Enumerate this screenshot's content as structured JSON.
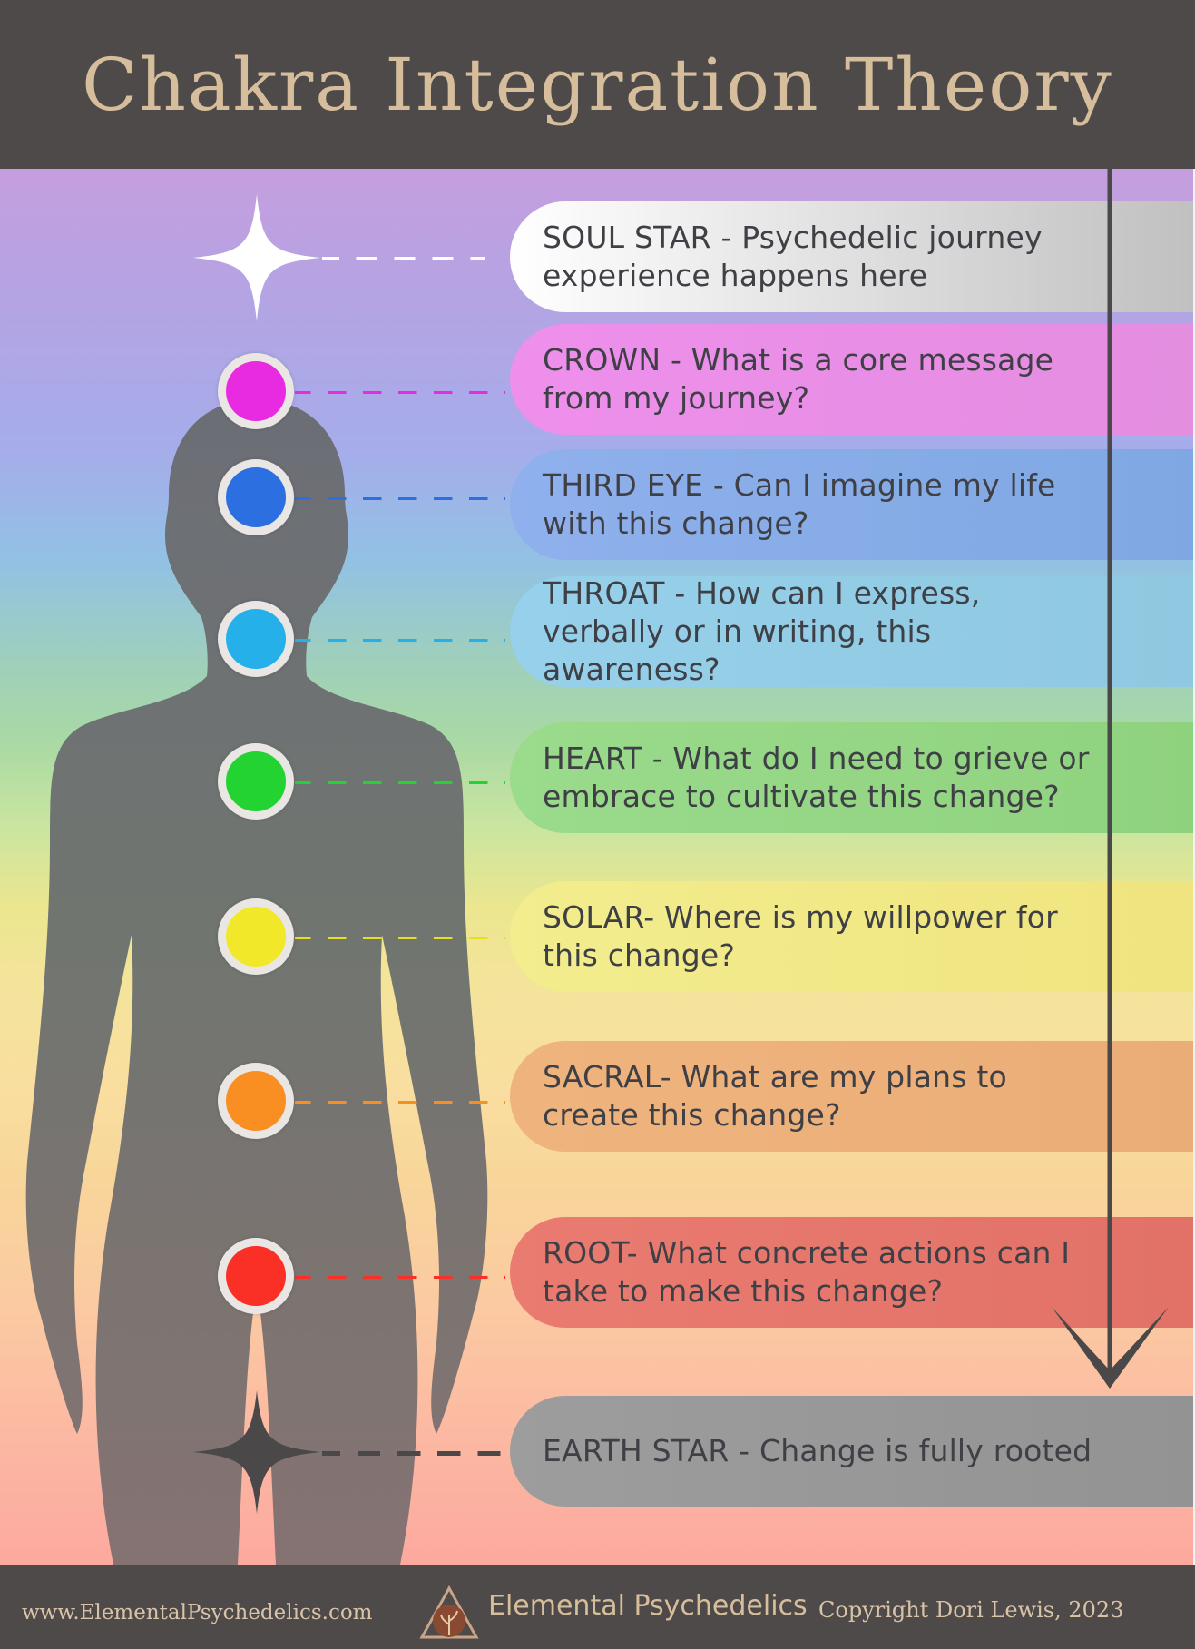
{
  "header": {
    "title": "Chakra Integration Theory"
  },
  "colors": {
    "background_dark": "#4e4a49",
    "title_gold": "#d6bd9b",
    "silhouette": "#6f7072",
    "arrow": "#4a4848"
  },
  "stars": {
    "soul": {
      "icon": "four-point-star-icon",
      "color": "#ffffff"
    },
    "earth": {
      "icon": "four-point-star-icon",
      "color": "#4a4848"
    }
  },
  "chakras": [
    {
      "key": "soul-star",
      "text": "SOUL STAR - Psychedelic journey experience happens here",
      "color": "#ffffff",
      "band_from": "#ffffff",
      "band_to": "#bdbdbd"
    },
    {
      "key": "crown",
      "text": "CROWN - What is a core message from my journey?",
      "color": "#e82ae0",
      "band_from": "#ee8fec",
      "band_to": "#e48ee0"
    },
    {
      "key": "third-eye",
      "text": "THIRD EYE - Can I imagine my life with this change?",
      "color": "#2b6fe0",
      "band_from": "#8fb0ec",
      "band_to": "#7fa8e2"
    },
    {
      "key": "throat",
      "text": "THROAT - How can I express, verbally or in writing, this awareness?",
      "color": "#25b0ea",
      "band_from": "#96d0ea",
      "band_to": "#8fc8e0"
    },
    {
      "key": "heart",
      "text": "HEART - What do I need to grieve or embrace to cultivate this change?",
      "color": "#22d332",
      "band_from": "#9adb8c",
      "band_to": "#8fd27e"
    },
    {
      "key": "solar",
      "text": "SOLAR- Where is my willpower for this change?",
      "color": "#f0e828",
      "band_from": "#f3ed8e",
      "band_to": "#efe47f"
    },
    {
      "key": "sacral",
      "text": "SACRAL- What are my plans to create this change?",
      "color": "#f98f22",
      "band_from": "#efb47e",
      "band_to": "#ebad78"
    },
    {
      "key": "root",
      "text": "ROOT- What concrete actions can I take to make this change?",
      "color": "#fa3026",
      "band_from": "#ea7b70",
      "band_to": "#e27268"
    },
    {
      "key": "earth-star",
      "text": "EARTH STAR - Change is fully rooted",
      "color": "#4a4848",
      "band_from": "#9d9d9d",
      "band_to": "#939393"
    }
  ],
  "footer": {
    "url": "www.ElementalPsychedelics.com",
    "brand": "Elemental Psychedelics",
    "logo_icon": "triangle-sprout-logo-icon",
    "copyright": "Copyright Dori Lewis, 2023"
  }
}
